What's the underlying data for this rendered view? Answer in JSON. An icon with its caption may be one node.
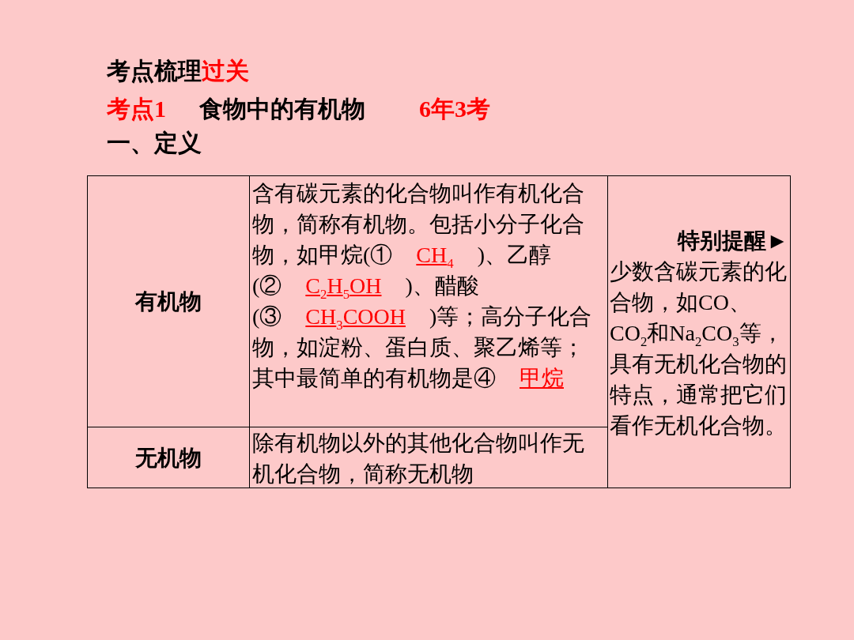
{
  "diagram": {
    "labels": [
      "考点梳理",
      "过关",
      "考点1",
      "食物中的有机物",
      "6年3考",
      "一、定义",
      "有机物",
      "含有碳元素的化合物叫作有机化合物，简称有机物。包括小分子化合物，如甲烷(①",
      "CH$_{4}$",
      ")、乙醇(②",
      "C$_{2}$H$_{5}$OH",
      ")、醋酸(③",
      "CH$_{3}$COOH",
      ")等；高分子化合物，如淀粉、蛋白质、聚乙烯等；其中最简单的有机物是④",
      "甲烷",
      "特别提醒►",
      "少数含碳元素的化合物，如CO、CO$_{2}$和Na$_{2}$CO$_{3}$等，具有无机化合物的特点，通常把它们看作无机化合物。",
      "无机物",
      "除有机物以外的其他化合物叫作无机化合物，简称无机物"
    ]
  }
}
